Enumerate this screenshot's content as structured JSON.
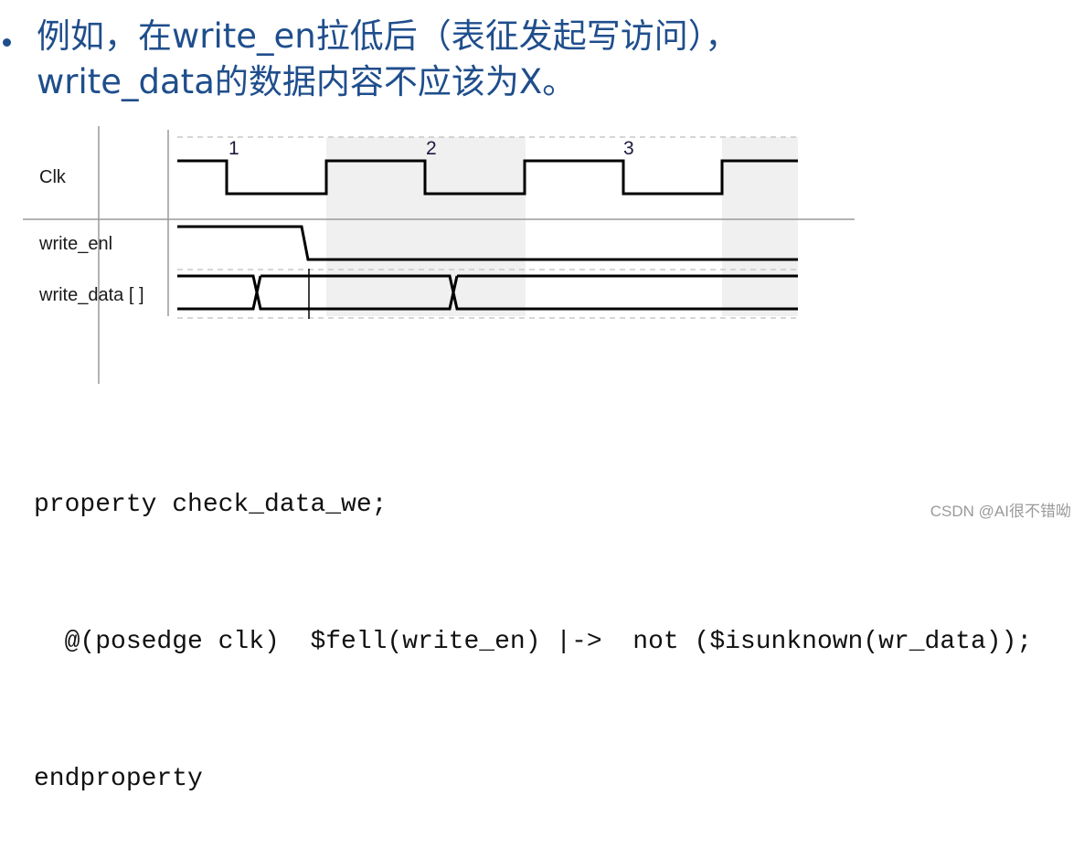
{
  "title": {
    "bullet_color": "#1f4e8c",
    "text_color": "#1f4e8c",
    "line1": "例如，在write_en拉低后（表征发起写访问），",
    "line2": "write_data的数据内容不应该为X。"
  },
  "waveform": {
    "signals": [
      {
        "name": "Clk",
        "label": "Clk"
      },
      {
        "name": "write_enl",
        "label": "write_enl"
      },
      {
        "name": "write_data",
        "label": "write_data [ ]"
      }
    ],
    "clock_edges": [
      {
        "label": "1"
      },
      {
        "label": "2"
      },
      {
        "label": "3"
      }
    ],
    "colors": {
      "trace": "#000000",
      "grid": "#9a9a9a",
      "shade": "#f0f0f0",
      "dash": "#c8c8c8",
      "edge_label": "#1a1a40"
    }
  },
  "code": {
    "lines": [
      "property check_data_we;",
      "  @(posedge clk)  $fell(write_en) |->  not ($isunknown(wr_data));",
      "endproperty"
    ]
  },
  "watermark": {
    "text": "CSDN @AI很不错呦"
  }
}
